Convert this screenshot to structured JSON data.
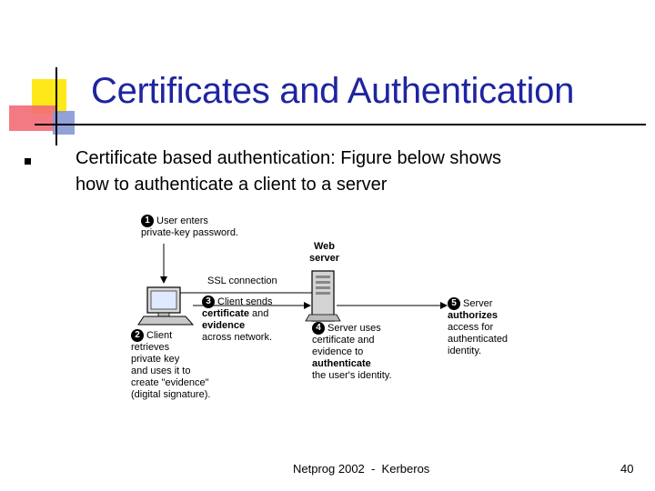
{
  "title": "Certificates and Authentication",
  "body": {
    "line1": "Certificate based authentication: Figure below shows",
    "line2": "how to authenticate a client to a server"
  },
  "diagram": {
    "step1": {
      "num": "1",
      "line1": "User enters",
      "line2": "private-key password."
    },
    "web_server": {
      "line1": "Web",
      "line2": "server"
    },
    "ssl_label": "SSL connection",
    "step3": {
      "num": "3",
      "line1": "Client sends",
      "line2_bold": "certificate",
      "line2_rest": " and",
      "line3_bold": "evidence",
      "line4": "across network."
    },
    "step2": {
      "num": "2",
      "line1": "Client",
      "line2": "retrieves",
      "line3": "private key",
      "line4": "and uses it to",
      "line5": "create \"evidence\"",
      "line6": "(digital signature)."
    },
    "step4": {
      "num": "4",
      "line1": "Server uses",
      "line2": "certificate and",
      "line3": "evidence to",
      "line4_bold": "authenticate",
      "line5": "the user's identity."
    },
    "step5": {
      "num": "5",
      "line1": "Server",
      "line2_bold": "authorizes",
      "line3": "access for",
      "line4": "authenticated",
      "line5": "identity."
    }
  },
  "footer": {
    "center": "Netprog 2002  -  Kerberos",
    "page": "40"
  },
  "colors": {
    "title": "#1e25a0",
    "yellow": "#ffe81a",
    "pink": "#f26b76",
    "blue": "#8797d6"
  },
  "icons": [
    "computer-icon",
    "server-icon"
  ]
}
